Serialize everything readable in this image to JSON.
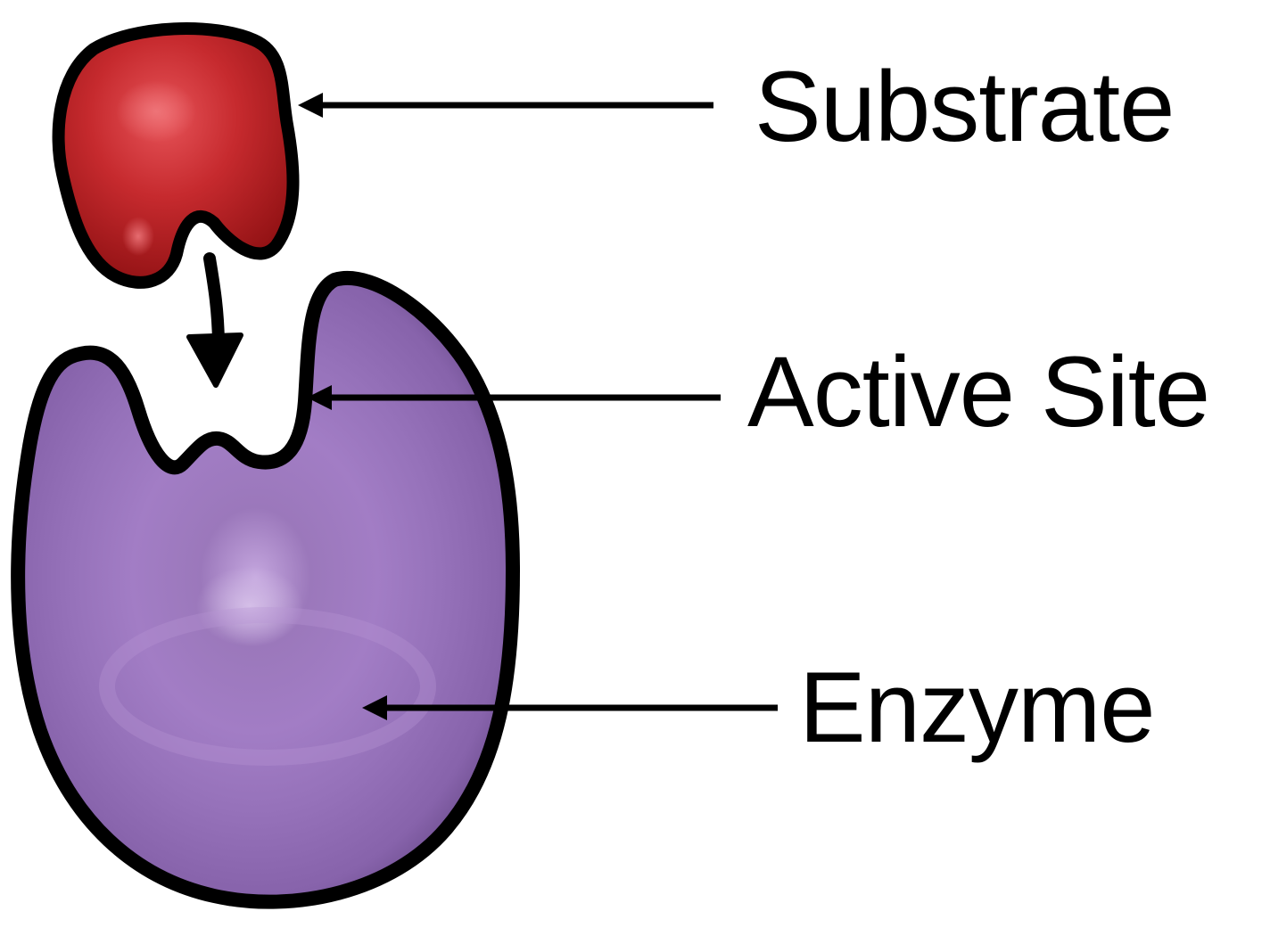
{
  "diagram": {
    "labels": {
      "substrate": "Substrate",
      "active_site": "Active Site",
      "enzyme": "Enzyme"
    },
    "colors": {
      "substrate_fill": "#b3191c",
      "substrate_highlight": "#e04a4f",
      "enzyme_fill": "#9470b5",
      "enzyme_highlight": "#c9a8e2",
      "enzyme_shadow": "#6a4a8c",
      "outline": "#000000",
      "arrow": "#000000"
    },
    "icons": {
      "substrate": "substrate-blob-icon",
      "enzyme": "enzyme-blob-icon",
      "binding_arrow": "down-arrow-icon"
    }
  }
}
